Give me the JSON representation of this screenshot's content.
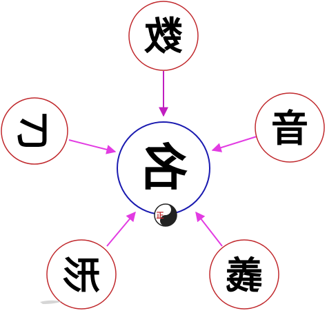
{
  "diagram": {
    "center": {
      "char": "名",
      "ring_color": "#1a1ab0"
    },
    "outer": [
      {
        "id": "shu",
        "char": "数"
      },
      {
        "id": "yin",
        "char": "音"
      },
      {
        "id": "yi",
        "char": "義"
      },
      {
        "id": "xing",
        "char": "形"
      },
      {
        "id": "bi",
        "char": "匕"
      }
    ],
    "outer_ring_color": "#c0282c",
    "arrow_color_vertical": "#c01ec0",
    "arrow_color_diagonal": "#e23be2",
    "seal_icon": "yin-yang-seal",
    "seal_text": "正"
  }
}
